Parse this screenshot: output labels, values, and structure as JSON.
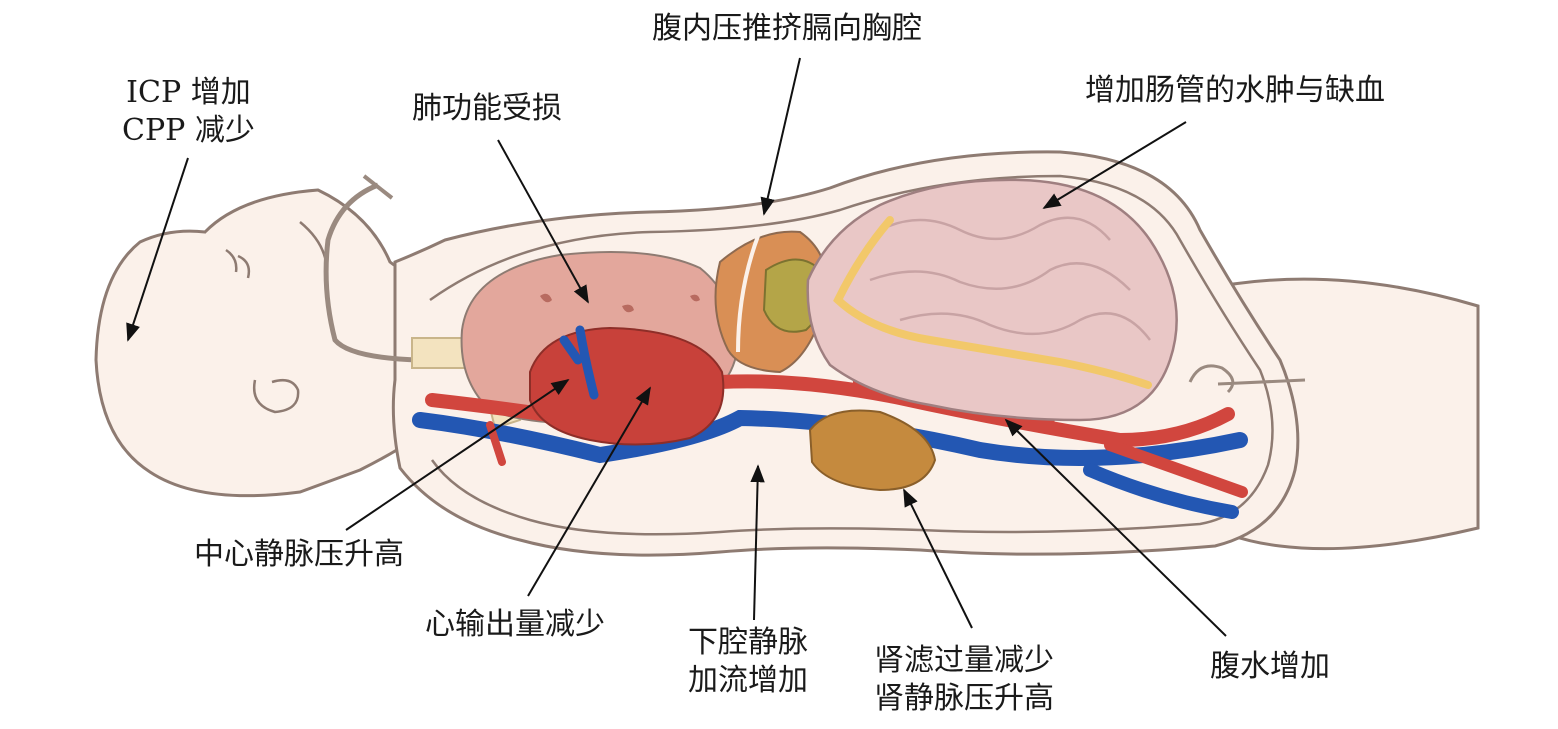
{
  "colors": {
    "skin": "#fbf1ea",
    "outline": "#8e7b72",
    "lung": "#e3a79c",
    "heart": "#c8413a",
    "artery": "#d1463e",
    "vein": "#2357b3",
    "intestine": "#e9c7c6",
    "mesentery": "#f2c86a",
    "liver": "#d98f55",
    "gallbladder": "#b4a548",
    "kidney": "#c58a3e",
    "airway": "#f3e3bf"
  },
  "labels": {
    "icp": [
      "ICP 增加",
      "CPP 减少"
    ],
    "lung": "肺功能受损",
    "diaphragm": "腹内压推挤膈向胸腔",
    "bowel": "增加肠管的水肿与缺血",
    "cvp": "中心静脉压升高",
    "cardiac_output": "心输出量减少",
    "ivc": [
      "下腔静脉",
      "加流增加"
    ],
    "renal": [
      "肾滤过量减少",
      "肾静脉压升高"
    ],
    "ascites": "腹水增加"
  }
}
